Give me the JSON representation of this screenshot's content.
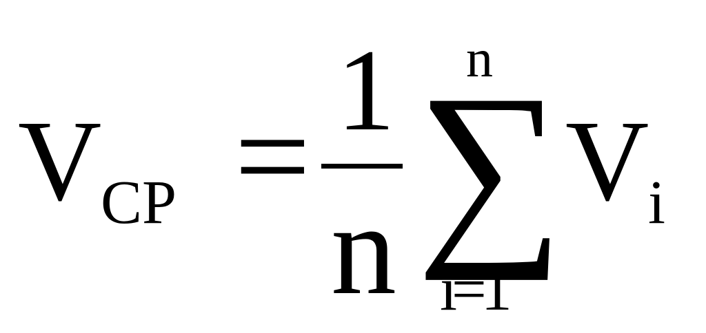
{
  "formula": {
    "lhs_variable": "V",
    "lhs_subscript": "CP",
    "equals_sign": "=",
    "fraction_numerator": "1",
    "fraction_denominator": "n",
    "summation_symbol": "∑",
    "summation_upper_limit": "n",
    "summation_lower_limit": "i=1",
    "rhs_variable": "V",
    "rhs_subscript": "i"
  }
}
